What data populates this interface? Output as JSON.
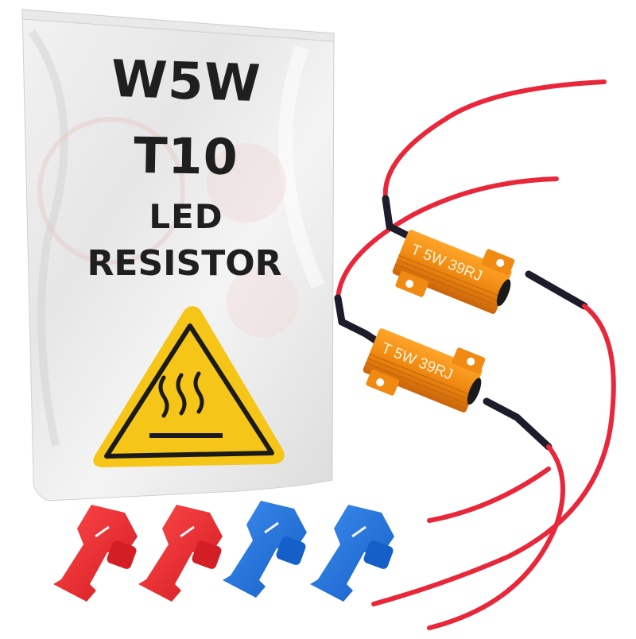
{
  "product_image": {
    "bag": {
      "lines": [
        "W5W",
        "T10",
        "LED",
        "RESISTOR"
      ],
      "warning_sign": {
        "icon": "hot-surface-warning-icon",
        "fill_color": "#f5c518",
        "stroke_color": "#1a1a1a"
      }
    },
    "resistors": [
      {
        "label": "T 5W 39RJ",
        "body_color": "#f08a12"
      },
      {
        "label": "T 5W 39RJ",
        "body_color": "#f08a12"
      }
    ],
    "wires": {
      "color": "#e8283a",
      "sleeve_color": "#1c1c2a"
    },
    "connectors": [
      {
        "color": "#e8282f",
        "name": "red"
      },
      {
        "color": "#e8282f",
        "name": "red"
      },
      {
        "color": "#1f6fd6",
        "name": "blue"
      },
      {
        "color": "#1f6fd6",
        "name": "blue"
      }
    ]
  }
}
